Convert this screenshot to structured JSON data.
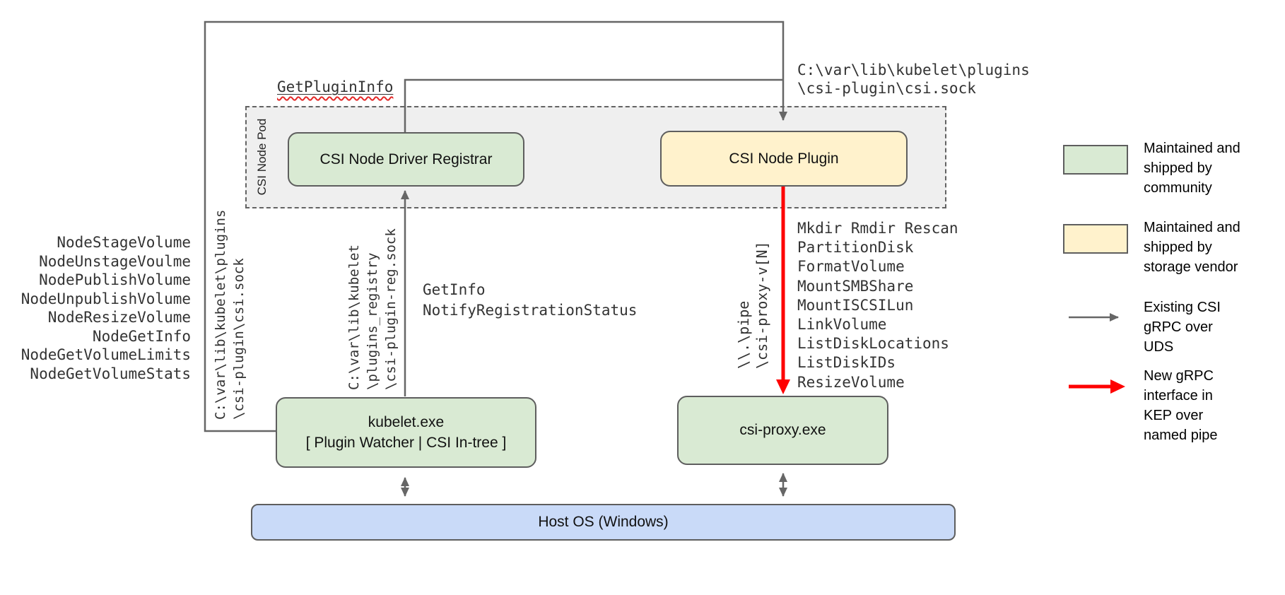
{
  "colors": {
    "community_green": "#d9ead3",
    "vendor_yellow": "#fff2cc",
    "host_blue": "#c9daf8",
    "pod_gray": "#efefef",
    "connector_gray": "#666666",
    "new_interface_red": "#fe0000",
    "squiggle_red": "#e32726"
  },
  "pod": {
    "label": "CSI Node Pod"
  },
  "nodes": {
    "registrar": {
      "label": "CSI Node Driver Registrar"
    },
    "plugin": {
      "label": "CSI Node Plugin"
    },
    "kubelet": {
      "lines": [
        "kubelet.exe",
        "[ Plugin Watcher | CSI In-tree ]"
      ]
    },
    "csi_proxy": {
      "label": "csi-proxy.exe"
    },
    "host_os": {
      "label": "Host OS (Windows)"
    }
  },
  "annotations": {
    "get_plugin_info": "GetPluginInfo",
    "csi_sock_top": [
      "C:\\var\\lib\\kubelet\\plugins",
      "\\csi-plugin\\csi.sock"
    ],
    "csi_sock_left": [
      "C:\\var\\lib\\kubelet\\plugins",
      "\\csi-plugin\\csi.sock"
    ],
    "registry_sock": [
      "C:\\var\\lib\\kubelet",
      "\\plugins_registry",
      "\\csi-plugin-reg.sock"
    ],
    "registration_rpcs": [
      "GetInfo",
      "NotifyRegistrationStatus"
    ],
    "named_pipe": [
      "\\\\.\\pipe",
      "\\csi-proxy-v[N]"
    ],
    "node_rpcs": [
      "NodeStageVolume",
      "NodeUnstageVoulme",
      "NodePublishVolume",
      "NodeUnpublishVolume",
      "NodeResizeVolume",
      "NodeGetInfo",
      "NodeGetVolumeLimits",
      "NodeGetVolumeStats"
    ],
    "proxy_rpcs": [
      "Mkdir Rmdir Rescan",
      "PartitionDisk",
      "FormatVolume",
      "MountSMBShare",
      "MountISCSILun",
      "LinkVolume",
      "ListDiskLocations",
      "ListDiskIDs",
      "ResizeVolume"
    ]
  },
  "legend": {
    "community": [
      "Maintained and",
      "shipped by",
      "community"
    ],
    "vendor": [
      "Maintained and",
      "shipped by",
      "storage vendor"
    ],
    "uds": [
      "Existing CSI",
      "gRPC over",
      "UDS"
    ],
    "pipe": [
      "New gRPC",
      "interface in",
      "KEP over",
      "named pipe"
    ]
  }
}
